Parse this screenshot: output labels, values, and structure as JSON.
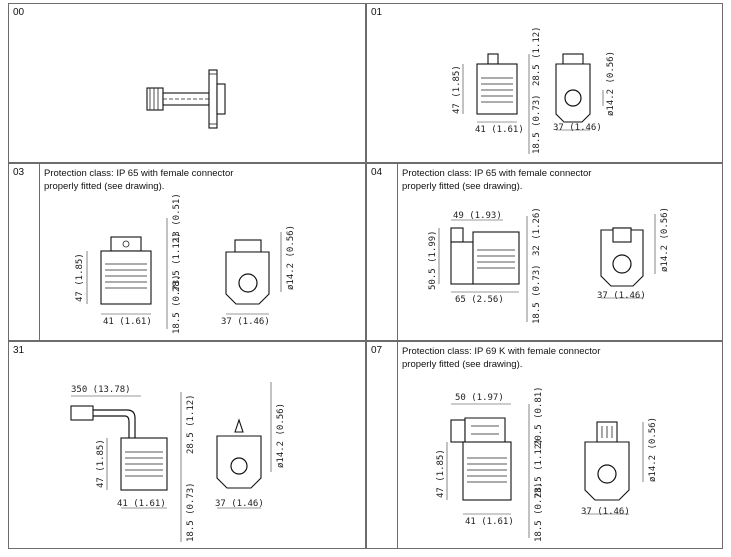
{
  "panels": [
    {
      "code": "00",
      "desc": []
    },
    {
      "code": "01",
      "desc": [],
      "dims": {
        "h47": "47 (1.85)",
        "w41": "41 (1.61)",
        "d18": "18.5 (0.73)",
        "d28": "28.5 (1.12)",
        "w37": "37 (1.46)",
        "dia": "ø14.2 (0.56)"
      }
    },
    {
      "code": "03",
      "desc": [
        "Protection class: IP 65 with female connector",
        "properly fitted (see drawing)."
      ],
      "dims": {
        "h47": "47 (1.85)",
        "w41": "41 (1.61)",
        "d13": "13 (0.51)",
        "d28": "28.5 (1.12)",
        "d18": "18.5 (0.73)",
        "w37": "37 (1.46)",
        "dia": "ø14.2 (0.56)"
      }
    },
    {
      "code": "04",
      "desc": [
        "Protection class: IP 65 with female connector",
        "properly fitted (see drawing)."
      ],
      "dims": {
        "w49": "49 (1.93)",
        "h50": "50.5 (1.99)",
        "w65": "65 (2.56)",
        "d32": "32 (1.26)",
        "d18": "18.5 (0.73)",
        "w37": "37 (1.46)",
        "dia": "ø14.2 (0.56)"
      }
    },
    {
      "code": "31",
      "desc": [],
      "dims": {
        "l350": "350 (13.78)",
        "h47": "47 (1.85)",
        "w41": "41 (1.61)",
        "d28": "28.5 (1.12)",
        "d18": "18.5 (0.73)",
        "w37": "37 (1.46)",
        "dia": "ø14.2 (0.56)"
      }
    },
    {
      "code": "07",
      "desc": [
        "Protection class:  IP 69 K with female connector",
        "properly fitted (see drawing)."
      ],
      "dims": {
        "w50": "50 (1.97)",
        "h47": "47 (1.85)",
        "w41": "41 (1.61)",
        "d20": "20.5 (0.81)",
        "d28": "28.5 (1.12)",
        "d18": "18.5 (0.73)",
        "w37": "37 (1.46)",
        "dia": "ø14.2 (0.56)"
      }
    }
  ]
}
